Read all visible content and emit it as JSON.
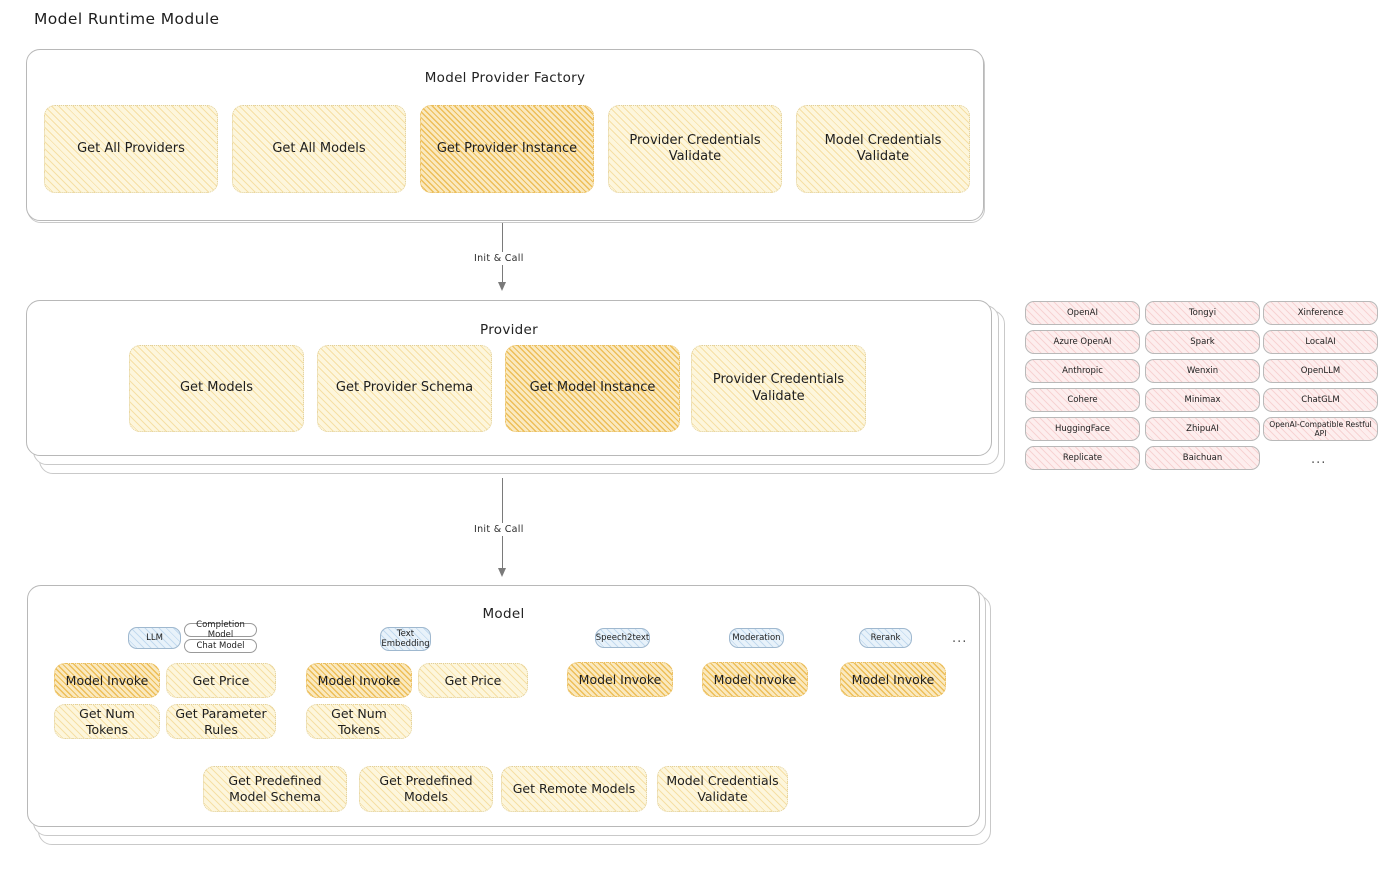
{
  "page": {
    "title": "Model Runtime Module"
  },
  "factory": {
    "title": "Model Provider Factory",
    "nodes": [
      {
        "label": "Get All Providers",
        "accent": false
      },
      {
        "label": "Get All Models",
        "accent": false
      },
      {
        "label": "Get Provider Instance",
        "accent": true
      },
      {
        "label": "Provider Credentials Validate",
        "accent": false
      },
      {
        "label": "Model Credentials Validate",
        "accent": false
      }
    ]
  },
  "arrows": [
    {
      "label": "Init & Call"
    },
    {
      "label": "Init & Call"
    }
  ],
  "provider": {
    "title": "Provider",
    "nodes": [
      {
        "label": "Get Models",
        "accent": false
      },
      {
        "label": "Get Provider Schema",
        "accent": false
      },
      {
        "label": "Get Model Instance",
        "accent": true
      },
      {
        "label": "Provider Credentials Validate",
        "accent": false
      }
    ]
  },
  "provider_list": {
    "ellipsis": "...",
    "columns": [
      [
        "OpenAI",
        "Azure OpenAI",
        "Anthropic",
        "Cohere",
        "HuggingFace",
        "Replicate"
      ],
      [
        "Tongyi",
        "Spark",
        "Wenxin",
        "Minimax",
        "ZhipuAI",
        "Baichuan"
      ],
      [
        "Xinference",
        "LocalAI",
        "OpenLLM",
        "ChatGLM",
        "OpenAI-Compatible Restful API"
      ]
    ]
  },
  "model": {
    "title": "Model",
    "ellipsis": "...",
    "types": [
      {
        "badge": "LLM",
        "sub_badges": [
          "Completion Model",
          "Chat Model"
        ],
        "methods": [
          {
            "label": "Model Invoke",
            "accent": true
          },
          {
            "label": "Get Price",
            "accent": false
          },
          {
            "label": "Get Num Tokens",
            "accent": false
          },
          {
            "label": "Get Parameter Rules",
            "accent": false
          }
        ]
      },
      {
        "badge": "Text Embedding",
        "sub_badges": [],
        "methods": [
          {
            "label": "Model Invoke",
            "accent": true
          },
          {
            "label": "Get Price",
            "accent": false
          },
          {
            "label": "Get Num Tokens",
            "accent": false
          }
        ]
      },
      {
        "badge": "Speech2text",
        "sub_badges": [],
        "methods": [
          {
            "label": "Model Invoke",
            "accent": true
          }
        ]
      },
      {
        "badge": "Moderation",
        "sub_badges": [],
        "methods": [
          {
            "label": "Model Invoke",
            "accent": true
          }
        ]
      },
      {
        "badge": "Rerank",
        "sub_badges": [],
        "methods": [
          {
            "label": "Model Invoke",
            "accent": true
          }
        ]
      }
    ],
    "common_methods": [
      {
        "label": "Get Predefined Model Schema"
      },
      {
        "label": "Get Predefined Models"
      },
      {
        "label": "Get Remote Models"
      },
      {
        "label": "Model Credentials Validate"
      }
    ]
  },
  "colors": {
    "accent_fill": "#fae9bf",
    "node_fill": "#fdf6dc",
    "badge_fill": "#e8f2fa",
    "pill_fill": "#fdeeee",
    "stroke": "#b8b8b8"
  }
}
